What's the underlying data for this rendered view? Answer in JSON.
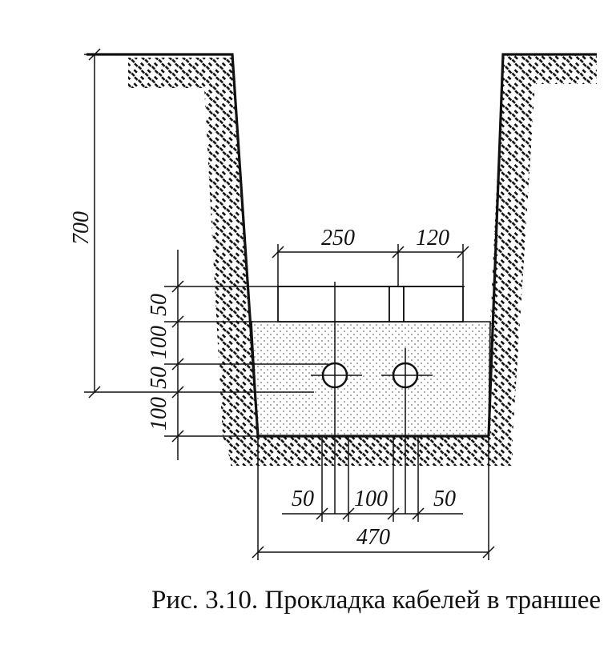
{
  "figure": {
    "caption": "Рис. 3.10. Прокладка кабелей в траншее"
  },
  "dimensions": {
    "depth": "700",
    "cover_width_left": "250",
    "cover_width_right": "120",
    "layer_cover": "50",
    "layer_top_fill": "100",
    "layer_cable": "50",
    "layer_bottom_fill": "100",
    "cable_gap_left": "50",
    "cable_spacing": "100",
    "cable_gap_right": "50",
    "trench_bottom_width": "470"
  },
  "colors": {
    "ink": "#111111",
    "soil_fill": "#111111",
    "sand_dots": "#777777"
  }
}
